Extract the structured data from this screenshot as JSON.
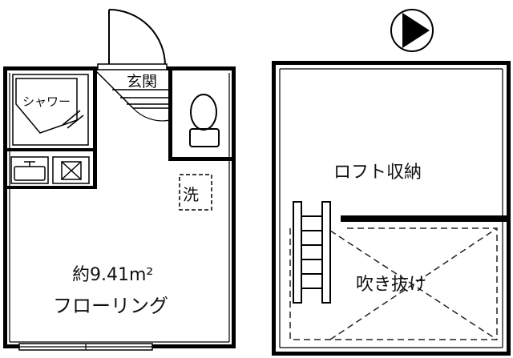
{
  "floor_plan": {
    "rooms": {
      "entrance": "玄関",
      "shower": "シャワー",
      "washer": "洗",
      "main_room_area": "約9.41m²",
      "main_room_type": "フローリング",
      "loft_storage": "ロフト収納",
      "open_ceiling": "吹き抜け"
    },
    "compass": {
      "direction": "right"
    },
    "colors": {
      "wall": "#000000",
      "line": "#222222",
      "background": "#ffffff"
    }
  }
}
